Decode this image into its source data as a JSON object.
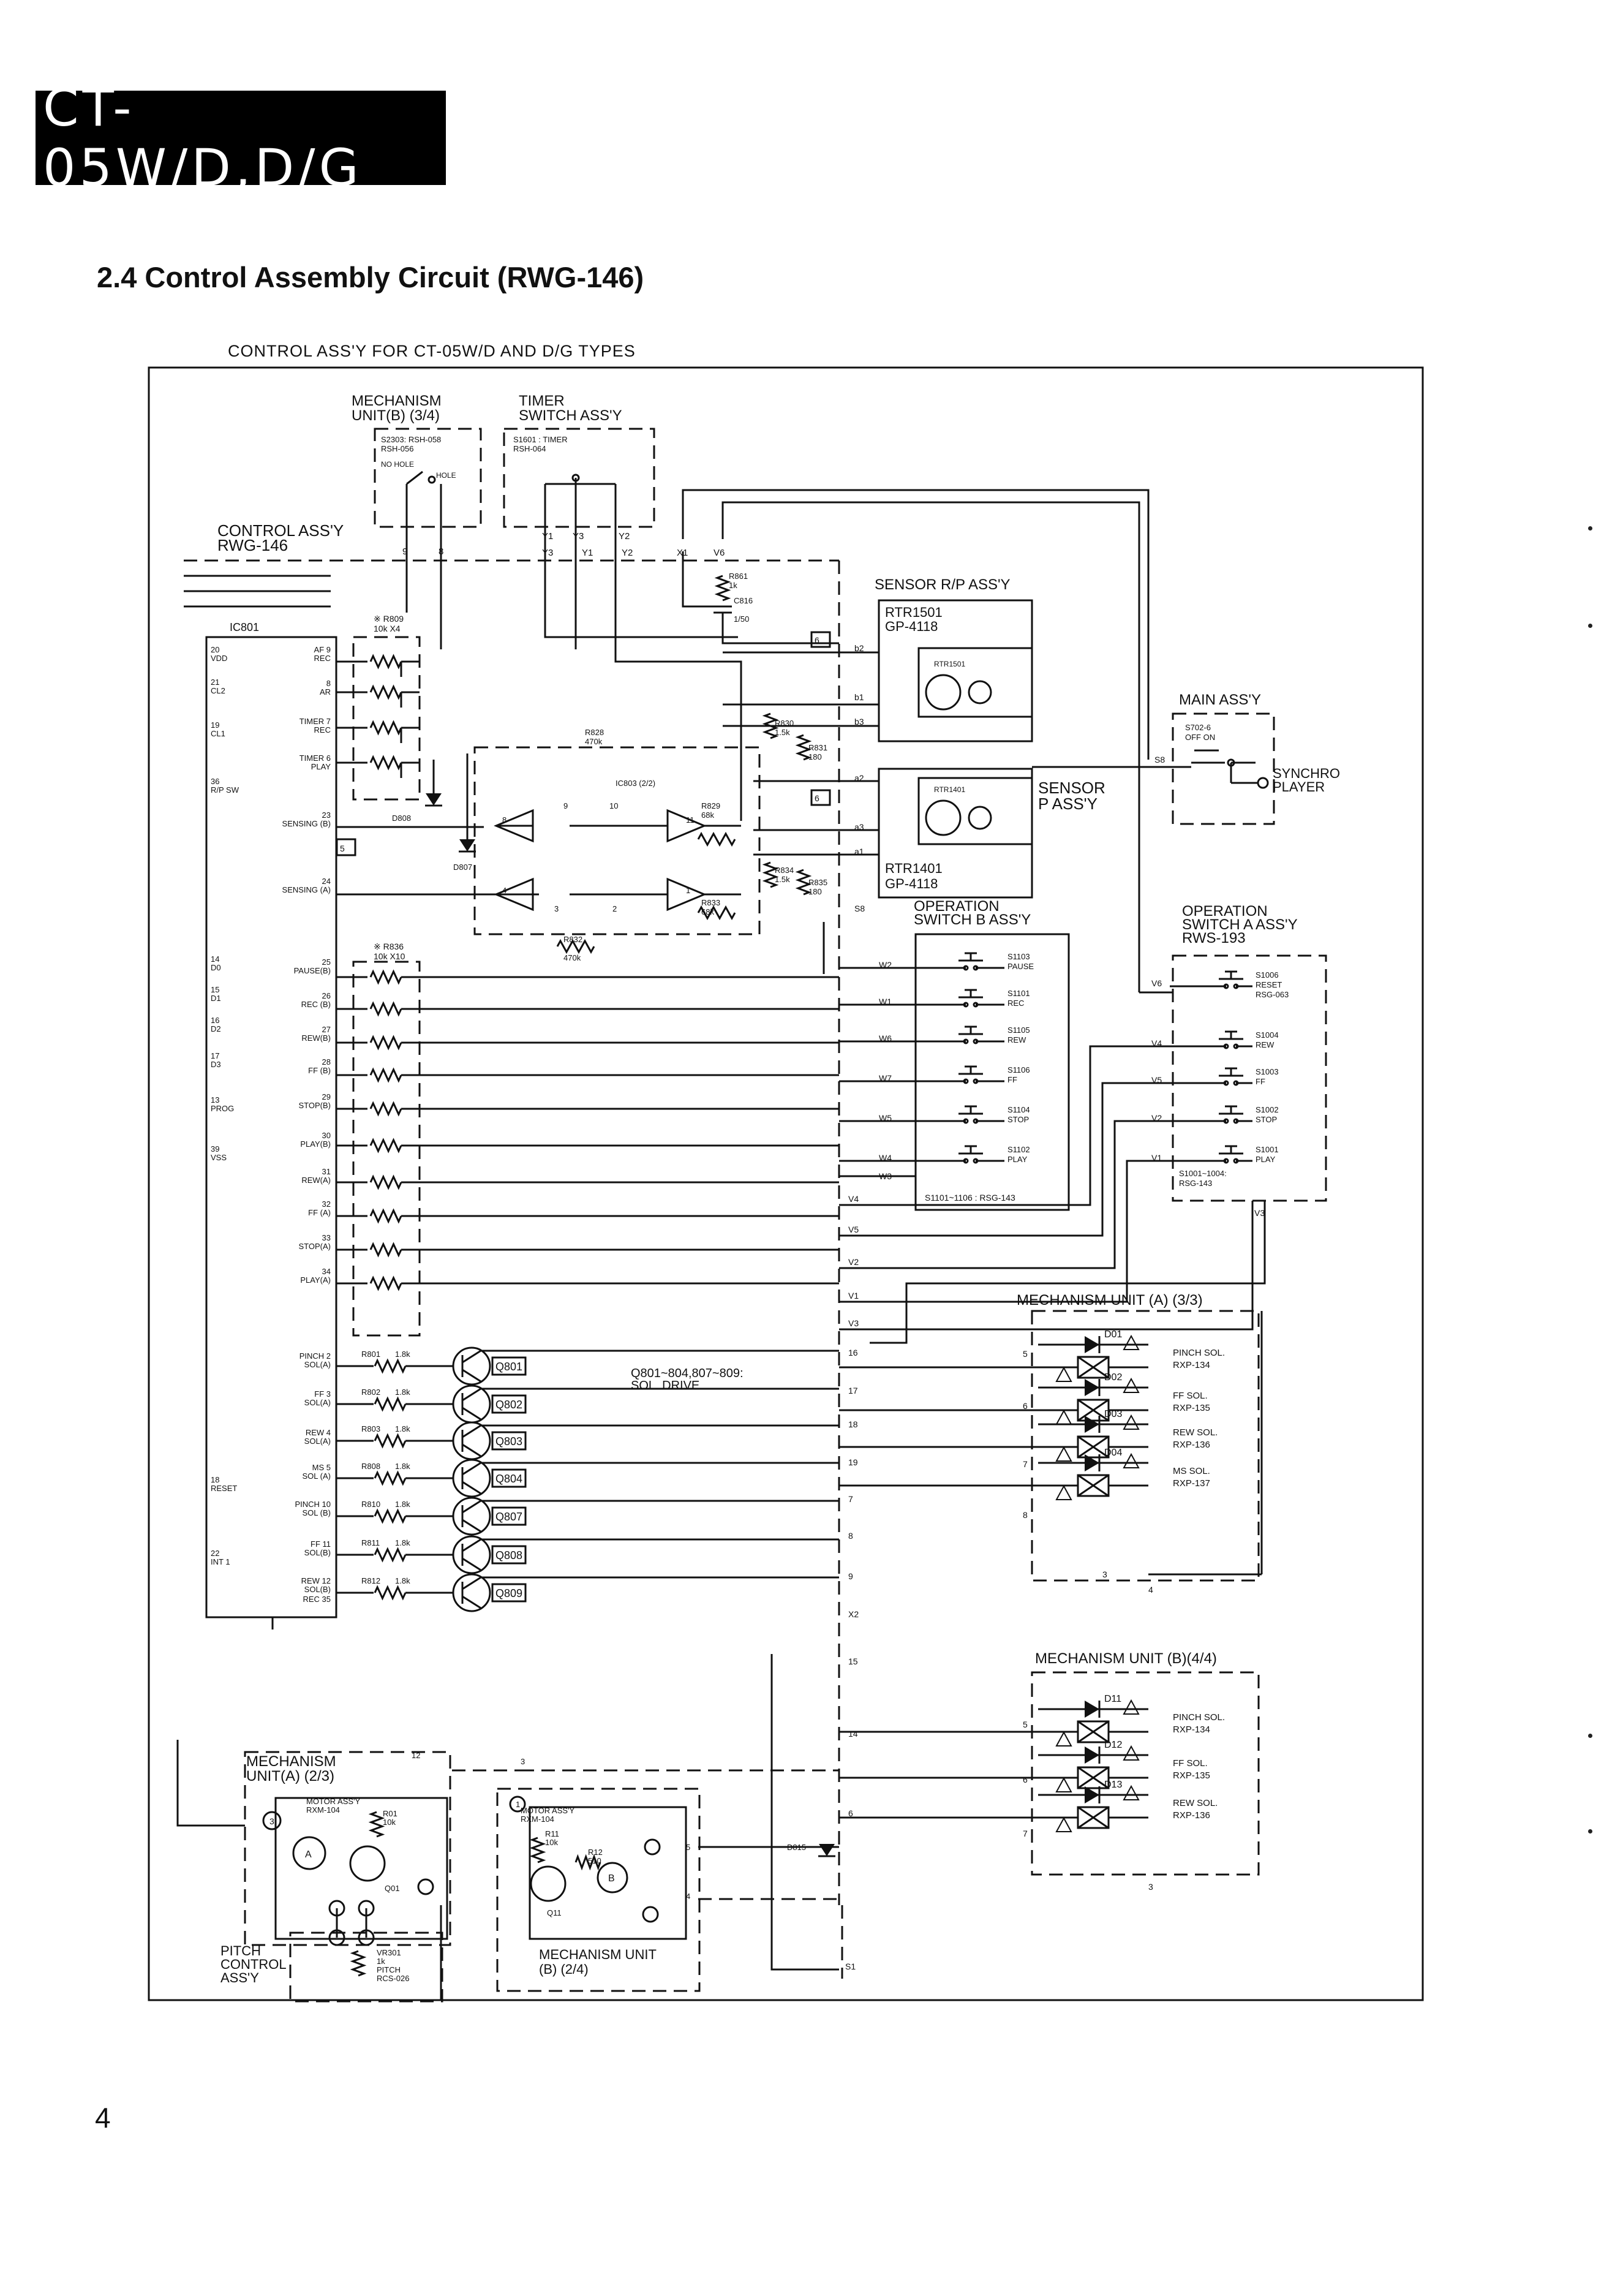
{
  "header": {
    "model": "CT-05W/D,D/G",
    "section_title": "2.4  Control Assembly Circuit  (RWG-146)",
    "subtitle": "CONTROL ASS'Y FOR CT-05W/D AND D/G TYPES"
  },
  "blocks": {
    "mech_b_34": [
      "MECHANISM",
      "UNIT(B) (3/4)"
    ],
    "mech_b_34_part": [
      "S2303: RSH-058",
      "RSH-056"
    ],
    "mech_b_34_sw": [
      "NO HOLE",
      "HOLE"
    ],
    "timer": [
      "TIMER",
      "SWITCH  ASS'Y"
    ],
    "timer_part": [
      "S1601 : TIMER",
      "RSH-064"
    ],
    "control": [
      "CONTROL ASS'Y",
      "RWG-146"
    ],
    "sensor_rp": "SENSOR  R/P  ASS'Y",
    "rtr1501": [
      "RTR1501",
      "GP-4118"
    ],
    "rtr1401": [
      "RTR1401",
      "GP-4118"
    ],
    "sensor_p": [
      "SENSOR",
      "P ASS'Y"
    ],
    "main": "MAIN  ASS'Y",
    "main_sw": [
      "S702-6",
      "OFF  ON"
    ],
    "synchro": [
      "SYNCHRO",
      "PLAYER"
    ],
    "op_b": [
      "OPERATION",
      "SWITCH  B  ASS'Y"
    ],
    "op_b_part": "S1101~1106 : RSG-143",
    "op_a": [
      "OPERATION",
      "SWITCH  A  ASS'Y",
      "RWS-193"
    ],
    "op_a_part": [
      "S1001~1004:",
      "RSG-143"
    ],
    "ic803": "IC803 (2/2)",
    "r809": [
      "※ R809",
      "10k X4"
    ],
    "r836": [
      "※ R836",
      "10k X10"
    ],
    "q_note": [
      "Q801~804,807~809:",
      "SOL. DRIVE"
    ],
    "mech_a_33": "MECHANISM  UNIT (A) (3/3)",
    "mech_b_44": "MECHANISM  UNIT (B)(4/4)",
    "mech_a_23": [
      "MECHANISM",
      "UNIT(A) (2/3)"
    ],
    "motor_a": [
      "MOTOR ASS'Y",
      "RXM-104"
    ],
    "motor_b": [
      "MOTOR ASS'Y",
      "RXM-104"
    ],
    "mech_b_24": [
      "MECHANISM  UNIT",
      "(B) (2/4)"
    ],
    "pitch": [
      "PITCH",
      "CONTROL",
      "ASS'Y"
    ],
    "vr301": [
      "VR301",
      "1k",
      "PITCH",
      "RCS-026"
    ],
    "r01": [
      "R01",
      "10k"
    ],
    "r11": [
      "R11",
      "10k"
    ],
    "r12": [
      "R12",
      "510"
    ],
    "d815": "D815"
  },
  "ic801": {
    "label": "IC801",
    "left_pins": [
      [
        "20",
        "VDD"
      ],
      [
        "21",
        "CL2"
      ],
      [
        "19",
        "CL1"
      ],
      [
        "36",
        "R/P SW"
      ],
      [
        "14",
        "D0"
      ],
      [
        "15",
        "D1"
      ],
      [
        "16",
        "D2"
      ],
      [
        "17",
        "D3"
      ],
      [
        "13",
        "PROG"
      ],
      [
        "39",
        "VSS"
      ],
      [
        "18",
        "RESET"
      ],
      [
        "22",
        "INT 1"
      ]
    ],
    "right_pins": [
      [
        "AF 9",
        "REC"
      ],
      [
        "8",
        "AR"
      ],
      [
        "TIMER 7",
        "REC"
      ],
      [
        "TIMER 6",
        "PLAY"
      ],
      [
        "23",
        "SENSING (B)"
      ],
      [
        "24",
        "SENSING (A)"
      ],
      [
        "25",
        "PAUSE(B)"
      ],
      [
        "26",
        "REC (B)"
      ],
      [
        "27",
        "REW(B)"
      ],
      [
        "28",
        "FF (B)"
      ],
      [
        "29",
        "STOP(B)"
      ],
      [
        "30",
        "PLAY(B)"
      ],
      [
        "31",
        "REW(A)"
      ],
      [
        "32",
        "FF (A)"
      ],
      [
        "33",
        "STOP(A)"
      ],
      [
        "34",
        "PLAY(A)"
      ],
      [
        "PINCH 2",
        "SOL(A)"
      ],
      [
        "FF 3",
        "SOL(A)"
      ],
      [
        "REW 4",
        "SOL(A)"
      ],
      [
        "MS 5",
        "SOL (A)"
      ],
      [
        "PINCH 10",
        "SOL (B)"
      ],
      [
        "FF 11",
        "SOL(B)"
      ],
      [
        "REW 12",
        "SOL(B)"
      ],
      [
        "REC 35",
        ""
      ]
    ]
  },
  "resistors": [
    [
      "R801",
      "1.8k"
    ],
    [
      "R802",
      "1.8k"
    ],
    [
      "R803",
      "1.8k"
    ],
    [
      "R808",
      "1.8k"
    ],
    [
      "R810",
      "1.8k"
    ],
    [
      "R811",
      "1.8k"
    ],
    [
      "R812",
      "1.8k"
    ]
  ],
  "transistors": [
    "Q801",
    "Q802",
    "Q803",
    "Q804",
    "Q807",
    "Q808",
    "Q809"
  ],
  "op_b_switches": [
    [
      "W2",
      "S1103",
      "PAUSE"
    ],
    [
      "W1",
      "S1101",
      "REC"
    ],
    [
      "W6",
      "S1105",
      "REW"
    ],
    [
      "W7",
      "S1106",
      "FF"
    ],
    [
      "W5",
      "S1104",
      "STOP"
    ],
    [
      "W4",
      "S1102",
      "PLAY"
    ]
  ],
  "op_a_switches": [
    [
      "V6",
      "S1006",
      "RESET",
      "RSG-063"
    ],
    [
      "V4",
      "S1004",
      "REW",
      ""
    ],
    [
      "V5",
      "S1003",
      "FF",
      ""
    ],
    [
      "V2",
      "S1002",
      "STOP",
      ""
    ],
    [
      "V1",
      "S1001",
      "PLAY",
      ""
    ]
  ],
  "solenoids_a": [
    [
      "D01",
      "PINCH SOL.",
      "RXP-134"
    ],
    [
      "D02",
      "FF SOL.",
      "RXP-135"
    ],
    [
      "D03",
      "REW SOL.",
      "RXP-136"
    ],
    [
      "D04",
      "MS SOL.",
      "RXP-137"
    ]
  ],
  "solenoids_b": [
    [
      "D11",
      "PINCH SOL.",
      "RXP-134"
    ],
    [
      "D12",
      "FF SOL.",
      "RXP-135"
    ],
    [
      "D13",
      "REW SOL.",
      "RXP-136"
    ]
  ],
  "connector_labels": [
    "Y1",
    "Y3",
    "Y2",
    "X1",
    "V6",
    "W3",
    "V4",
    "V5",
    "V2",
    "V1",
    "V3",
    "16",
    "17",
    "18",
    "19",
    "7",
    "8",
    "9",
    "X2",
    "15",
    "14",
    "6",
    "S1",
    "S8",
    "b2",
    "b1",
    "b3",
    "a2",
    "a3",
    "a1"
  ],
  "small_resistors": [
    [
      "R861",
      "1k"
    ],
    [
      "C816",
      "1/50"
    ],
    [
      "R828",
      "470k"
    ],
    [
      "R829",
      "68k"
    ],
    [
      "R830",
      "1.5k"
    ],
    [
      "R831",
      "180"
    ],
    [
      "R833",
      "68k"
    ],
    [
      "R832",
      "470k"
    ],
    [
      "R834",
      "1.5k"
    ],
    [
      "R835",
      "180"
    ]
  ],
  "diodes": [
    "D808",
    "D807"
  ],
  "page_number": "4"
}
